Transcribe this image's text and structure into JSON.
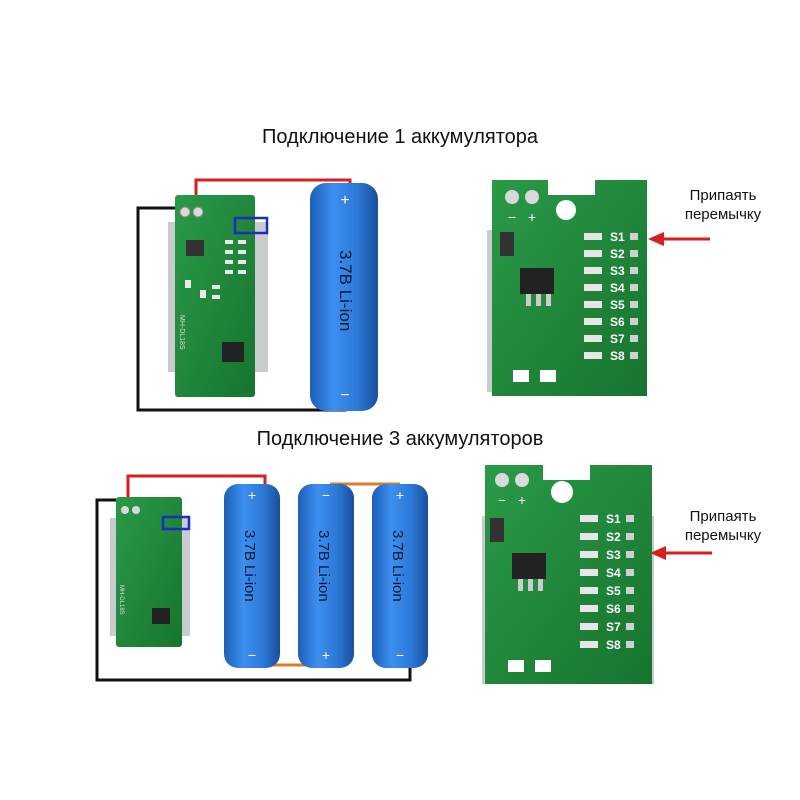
{
  "title_single": "Подключение 1 аккумулятора",
  "title_triple": "Подключение 3 аккумуляторов",
  "jumper_note_line1": "Припаять",
  "jumper_note_line2": "перемычку",
  "battery_label": "3.7В Li-ion",
  "board_marking": "MH-DL18S",
  "terminal_plus": "+",
  "terminal_minus": "−",
  "jumper_pads": [
    "S1",
    "S2",
    "S3",
    "S4",
    "S5",
    "S6",
    "S7",
    "S8"
  ],
  "colors": {
    "pcb": "#1f8a3d",
    "pcb_dark": "#13672a",
    "battery": "#2b78d6",
    "wire_red": "#d62020",
    "wire_black": "#111111",
    "wire_orange": "#e07a2a",
    "arrow": "#d81e1e",
    "highlight": "#1a2fbf"
  }
}
